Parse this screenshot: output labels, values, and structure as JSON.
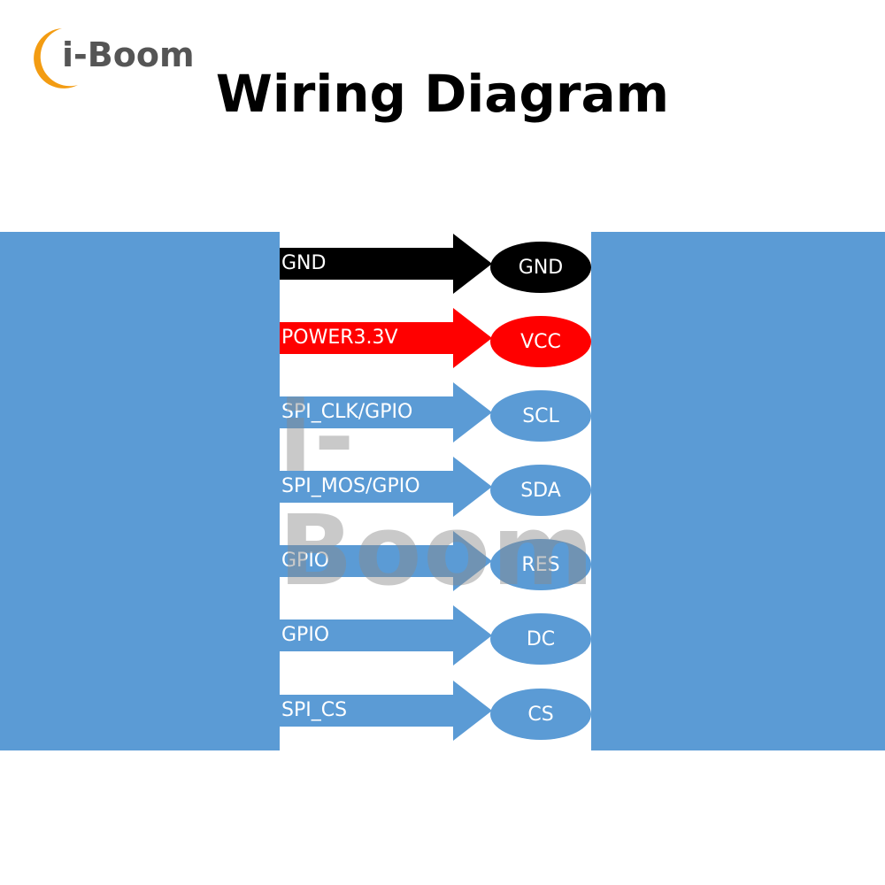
{
  "brand": {
    "name": "i-Boom",
    "accent": "#f39c12"
  },
  "title": "Wiring Diagram",
  "watermark": "i-Boom",
  "colors": {
    "band": "#5b9bd5",
    "pin_default": "#5b9bd5",
    "gnd": "#000000",
    "power": "#ff0000"
  },
  "pins": [
    {
      "source": "GND",
      "target": "GND",
      "color": "#000000"
    },
    {
      "source": "POWER3.3V",
      "target": "VCC",
      "color": "#ff0000"
    },
    {
      "source": "SPI_CLK/GPIO",
      "target": "SCL",
      "color": "#5b9bd5"
    },
    {
      "source": "SPI_MOS/GPIO",
      "target": "SDA",
      "color": "#5b9bd5"
    },
    {
      "source": "GPIO",
      "target": "RES",
      "color": "#5b9bd5"
    },
    {
      "source": "GPIO",
      "target": "DC",
      "color": "#5b9bd5"
    },
    {
      "source": "SPI_CS",
      "target": "CS",
      "color": "#5b9bd5"
    }
  ]
}
